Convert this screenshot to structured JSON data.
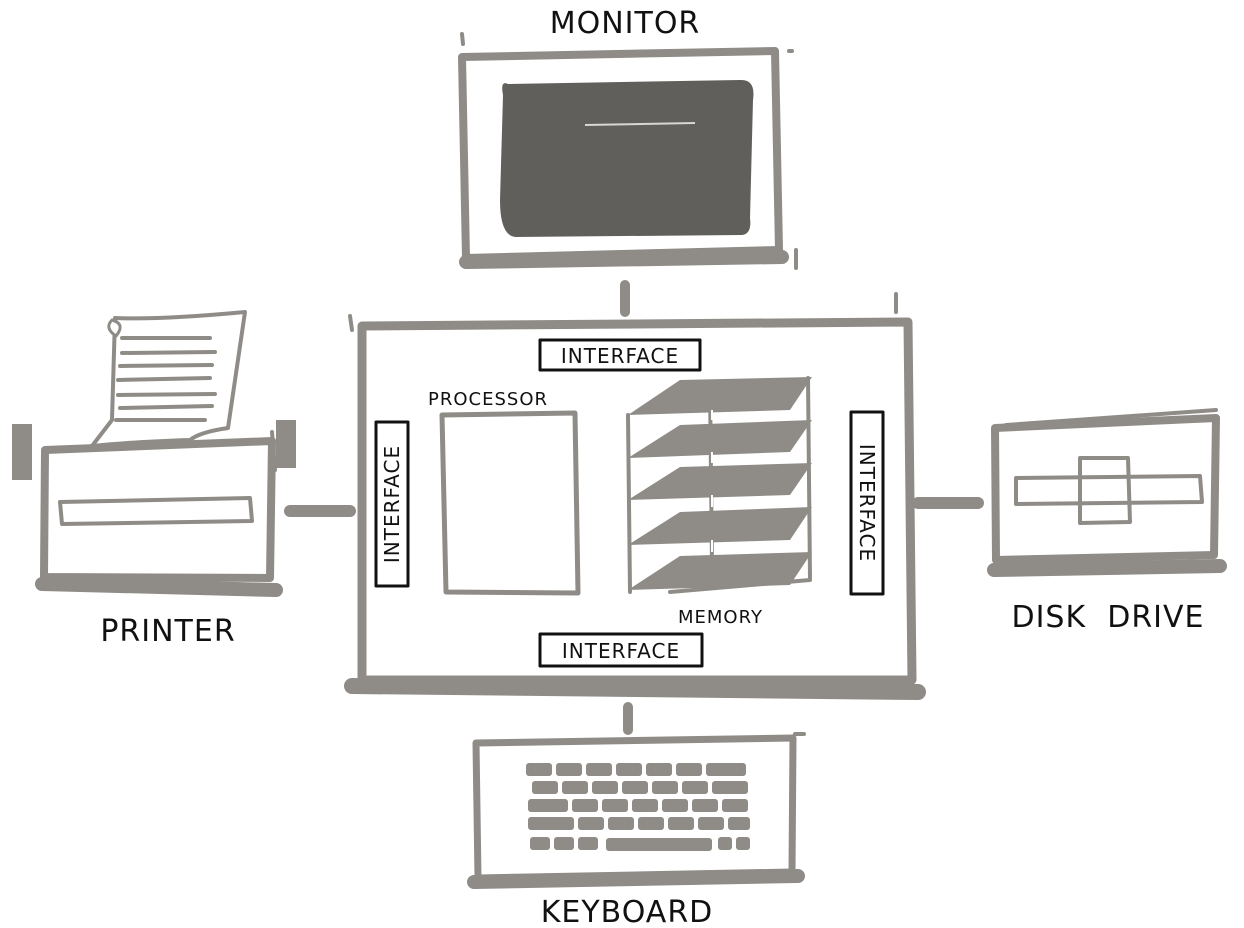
{
  "labels": {
    "monitor": "MONITOR",
    "printer": "PRINTER",
    "disk_drive": "DISK  DRIVE",
    "keyboard": "KEYBOARD",
    "processor": "PROCESSOR",
    "memory": "MEMORY",
    "interface_top": "INTERFACE",
    "interface_bottom": "INTERFACE",
    "interface_left": "INTERFACE",
    "interface_right": "INTERFACE"
  },
  "colors": {
    "device_gray": "#8f8c87",
    "screen_dark": "#615f5c",
    "ink": "#111111",
    "background": "#ffffff"
  }
}
